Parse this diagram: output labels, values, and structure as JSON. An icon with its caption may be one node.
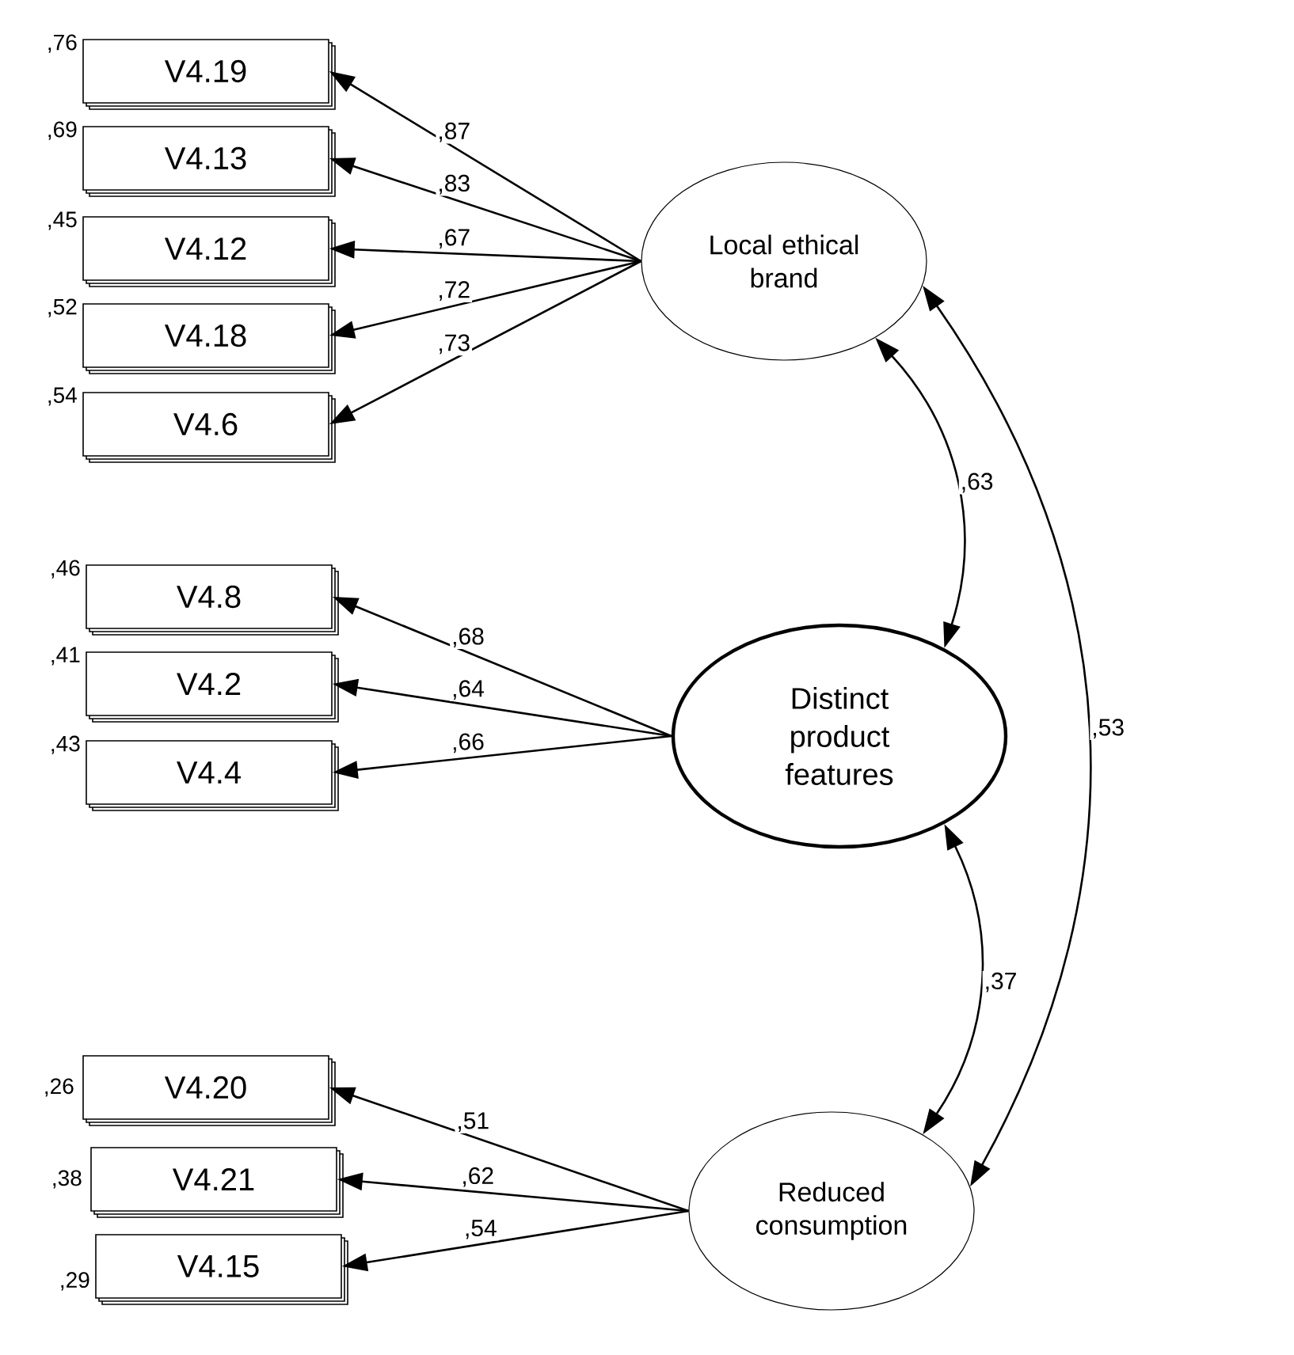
{
  "diagram": {
    "nodes": [
      {
        "text": [
          "V4.19"
        ],
        "beside": [
          ",76"
        ]
      },
      {
        "text": [
          "V4.13"
        ],
        "beside": [
          ",69"
        ]
      },
      {
        "text": [
          "V4.12"
        ],
        "beside": [
          ",45"
        ]
      },
      {
        "text": [
          "V4.18"
        ],
        "beside": [
          ",52"
        ]
      },
      {
        "text": [
          "V4.6"
        ],
        "beside": [
          ",54"
        ]
      },
      {
        "text": [
          "V4.8"
        ],
        "beside": [
          ",46"
        ]
      },
      {
        "text": [
          "V4.2"
        ],
        "beside": [
          ",41"
        ]
      },
      {
        "text": [
          "V4.4"
        ],
        "beside": [
          ",43"
        ]
      },
      {
        "text": [
          "V4.20"
        ],
        "beside": [
          ",26"
        ]
      },
      {
        "text": [
          "V4.21"
        ],
        "beside": [
          ",38"
        ]
      },
      {
        "text": [
          "V4.15"
        ],
        "beside": [
          ",29"
        ]
      },
      {
        "text": [
          "Local ethical brand"
        ]
      },
      {
        "text": [
          "Distinct product features"
        ]
      },
      {
        "text": [
          "Reduced consumption"
        ]
      }
    ],
    "edges": [
      {
        "from": 11,
        "to": 0,
        "arrow": "to",
        "label": ",87"
      },
      {
        "from": 11,
        "to": 1,
        "arrow": "to",
        "label": ",83"
      },
      {
        "from": 11,
        "to": 2,
        "arrow": "to",
        "label": ",67"
      },
      {
        "from": 11,
        "to": 3,
        "arrow": "to",
        "label": ",72"
      },
      {
        "from": 11,
        "to": 4,
        "arrow": "to",
        "label": ",73"
      },
      {
        "from": 12,
        "to": 5,
        "arrow": "to",
        "label": ",68"
      },
      {
        "from": 12,
        "to": 6,
        "arrow": "to",
        "label": ",64"
      },
      {
        "from": 12,
        "to": 7,
        "arrow": "to",
        "label": ",66"
      },
      {
        "from": 13,
        "to": 8,
        "arrow": "to",
        "label": ",51"
      },
      {
        "from": 13,
        "to": 9,
        "arrow": "to",
        "label": ",62"
      },
      {
        "from": 13,
        "to": 10,
        "arrow": "to",
        "label": ",54"
      },
      {
        "from": 11,
        "to": 12,
        "arrow": "both",
        "label": ",63"
      },
      {
        "from": 12,
        "to": 13,
        "arrow": "both",
        "label": ",37"
      },
      {
        "from": 11,
        "to": 13,
        "arrow": "both",
        "label": ",53"
      }
    ]
  }
}
